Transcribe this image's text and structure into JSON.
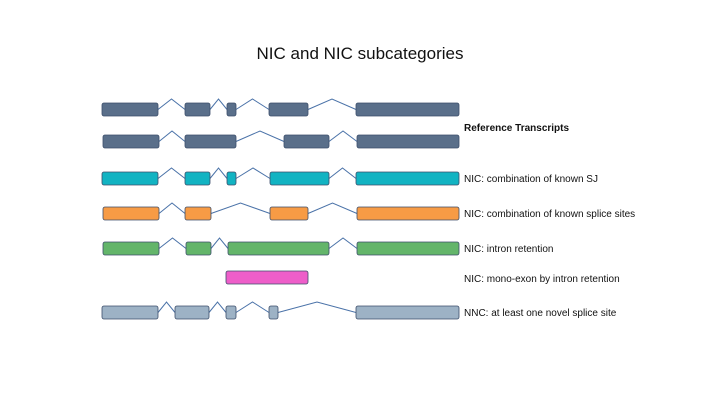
{
  "title": "NIC and NIC subcategories",
  "colors": {
    "reference": "#5a6f8a",
    "nic_known_sj": "#12b3c2",
    "nic_known_splice_sites": "#f79b45",
    "nic_intron_retention": "#63b56a",
    "nic_mono_exon": "#ee5ec9",
    "nnc": "#9db2c5",
    "intron_line": "#4a72a8"
  },
  "labels": {
    "reference": "Reference Transcripts",
    "nic_known_sj": "NIC: combination of known SJ",
    "nic_known_splice_sites": "NIC: combination of known splice sites",
    "nic_intron_retention": "NIC: intron retention",
    "nic_mono_exon": "NIC: mono-exon by intron retention",
    "nnc": "NNC: at least one novel splice site"
  }
}
